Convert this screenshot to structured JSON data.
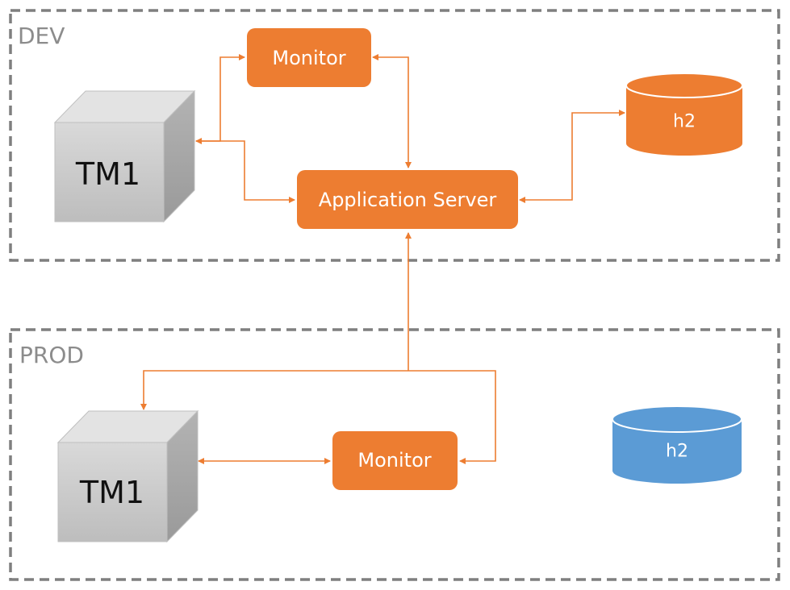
{
  "colors": {
    "orange": "#ED7D31",
    "blue": "#5B9BD5",
    "grey_border": "#7f7f7f",
    "env_label": "#8c8c8c",
    "cube_front": "#c9c9c9",
    "cube_top": "#dedede",
    "cube_side": "#a6a6a6"
  },
  "environments": {
    "dev": {
      "label": "DEV"
    },
    "prod": {
      "label": "PROD"
    }
  },
  "dev": {
    "tm1": {
      "label": "TM1",
      "icon": "server-cube-icon"
    },
    "monitor": {
      "label": "Monitor"
    },
    "app_server": {
      "label": "Application Server"
    },
    "database": {
      "label": "h2",
      "icon": "database-cylinder-icon"
    }
  },
  "prod": {
    "tm1": {
      "label": "TM1",
      "icon": "server-cube-icon"
    },
    "monitor": {
      "label": "Monitor"
    },
    "database": {
      "label": "h2",
      "icon": "database-cylinder-icon"
    }
  }
}
